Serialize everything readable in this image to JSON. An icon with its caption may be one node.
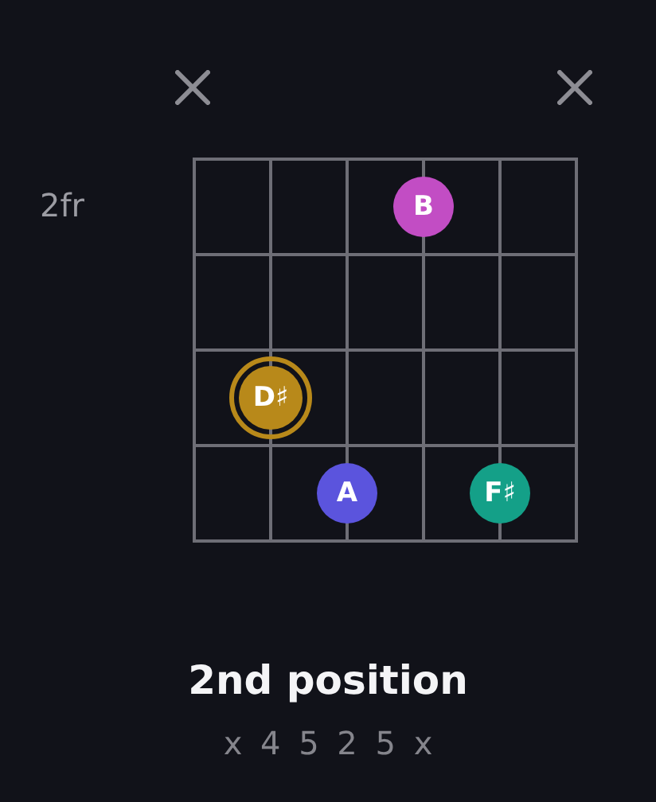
{
  "diagram": {
    "caption": "2nd position",
    "nodes": [
      {
        "text": [
          "B"
        ]
      },
      {
        "text": [
          "D♯"
        ]
      },
      {
        "text": [
          "A"
        ]
      },
      {
        "text": [
          "F♯"
        ]
      }
    ],
    "labels": [
      "2fr",
      "x 4 5 2 5 x"
    ]
  }
}
